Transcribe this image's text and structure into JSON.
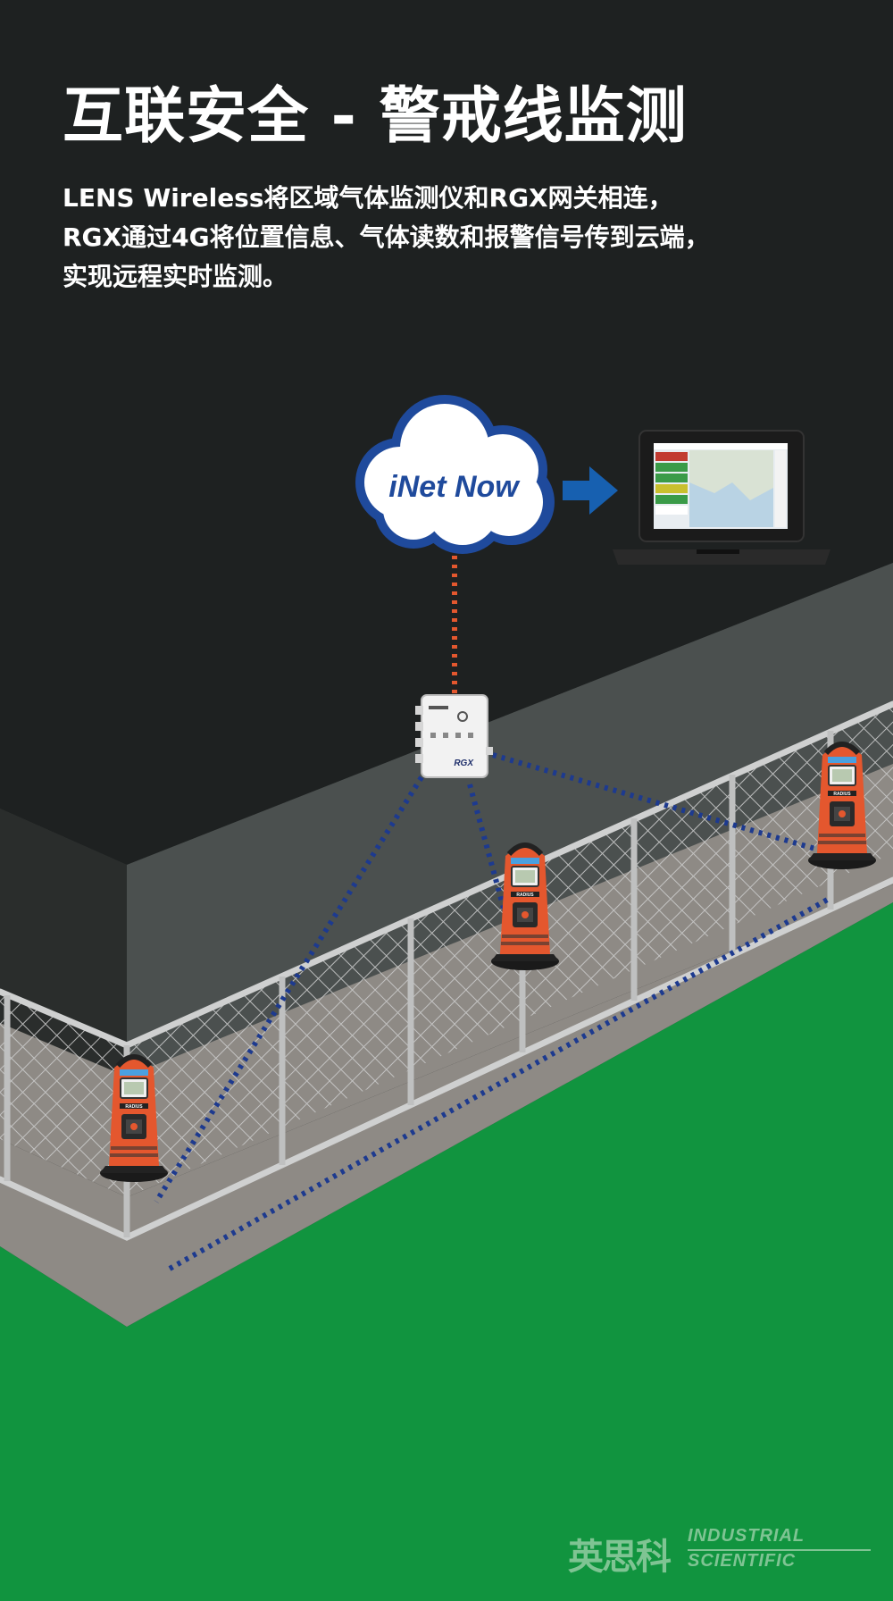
{
  "header": {
    "title": "互联安全 - 警戒线监测",
    "description_lines": [
      "LENS Wireless将区域气体监测仪和RGX网关相连，",
      "RGX通过4G将位置信息、气体读数和报警信号传到云端，",
      "实现远程实时监测。"
    ]
  },
  "cloud": {
    "label": "iNet Now"
  },
  "gateway": {
    "brand": "RGX"
  },
  "detector": {
    "brand": "RADIUS"
  },
  "footer": {
    "brand_cn": "英思科",
    "brand_en_line1": "INDUSTRIAL",
    "brand_en_line2": "SCIENTIFIC"
  },
  "colors": {
    "background": "#1e2121",
    "ground": "#11943f",
    "walkway": "#8e8a85",
    "accent_orange": "#e4572e",
    "link_blue": "#1d3a8f",
    "uplink_orange": "#e4572e",
    "cloud_blue": "#1f4a9c",
    "arrow_blue": "#1760b0",
    "logo_green": "#7fc493"
  },
  "icons": [
    "cloud-icon",
    "arrow-right-icon",
    "laptop-icon",
    "gateway-icon",
    "gas-detector-icon"
  ]
}
